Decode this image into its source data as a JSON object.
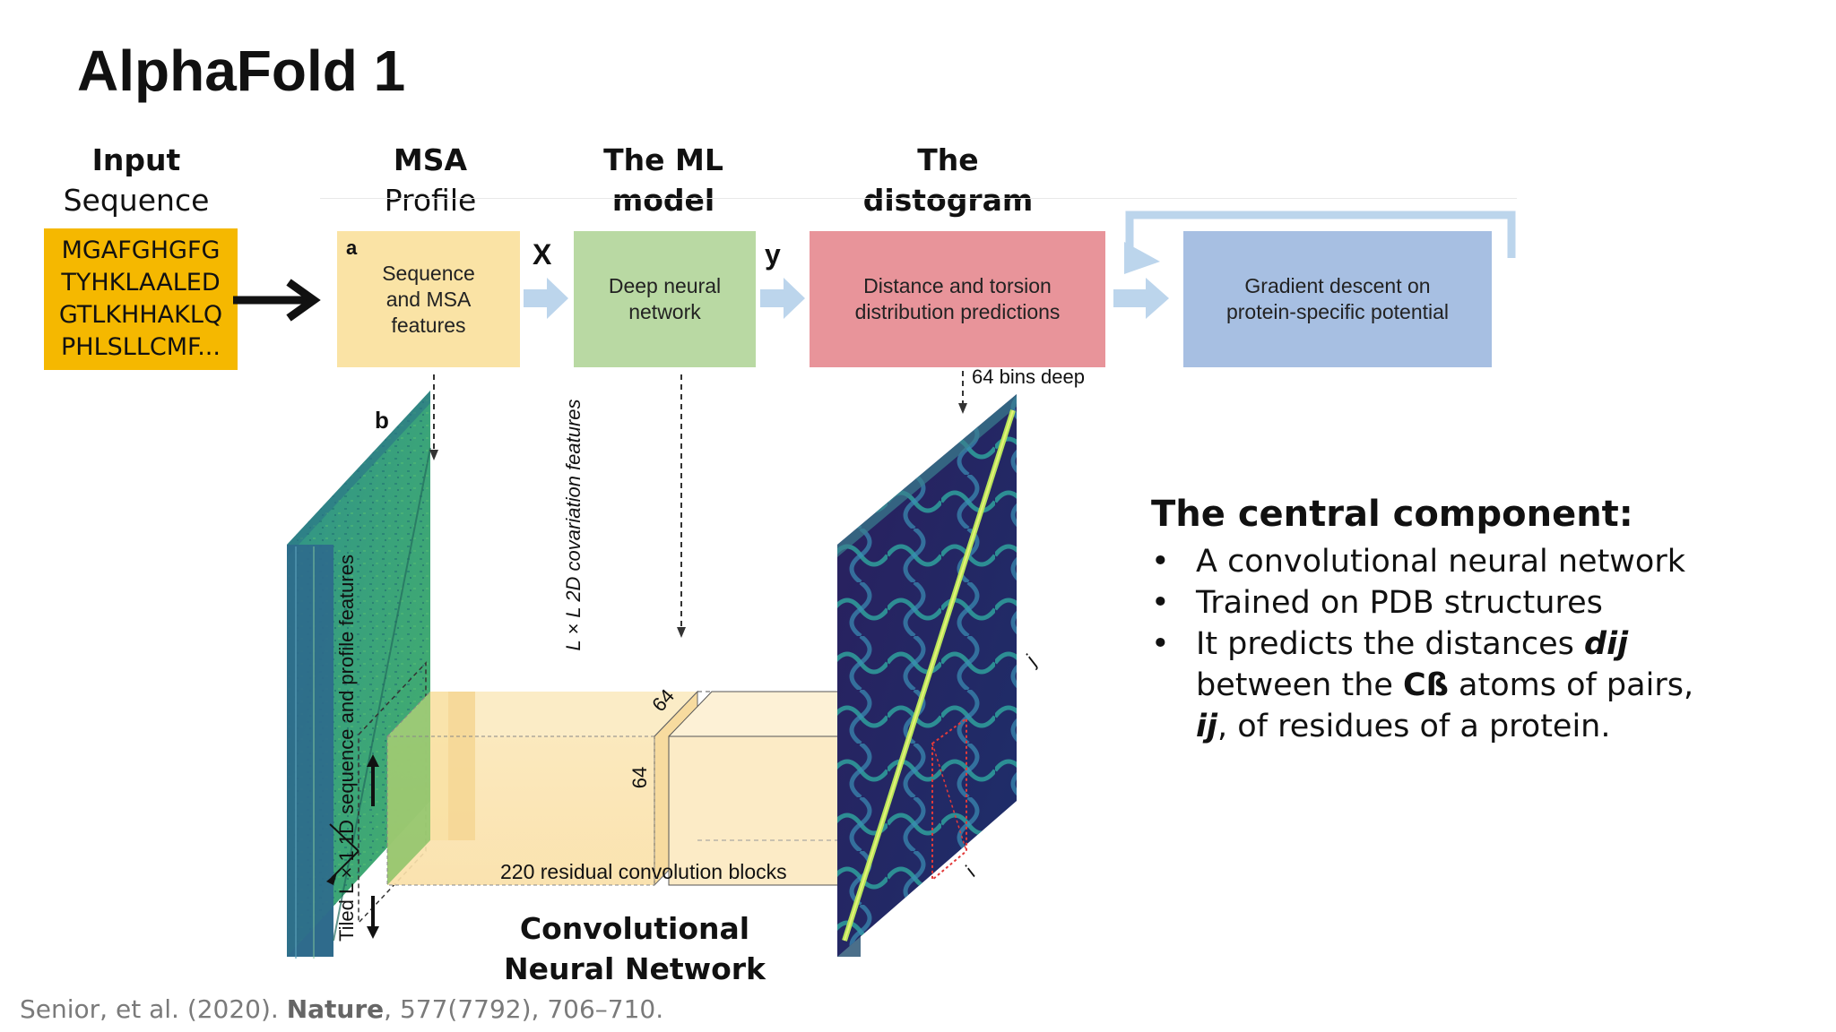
{
  "title": "AlphaFold 1",
  "headers": {
    "input": {
      "bold": "Input",
      "normal": "Sequence"
    },
    "msa": {
      "bold": "MSA",
      "normal": "Profile"
    },
    "ml": {
      "line1": "The ML",
      "line2": "model"
    },
    "disto": {
      "line1": "The",
      "line2": "distogram"
    }
  },
  "sequence": [
    "MGAFGHGFG",
    "TYHKLAALED",
    "GTLKHHAKLQ",
    "PHLSLLCMF..."
  ],
  "panel_a": {
    "label": "a",
    "stage1": "Sequence and MSA features",
    "stage2": "Deep neural network",
    "stage3": "Distance and torsion distribution predictions",
    "stage4": "Gradient descent on protein-specific potential",
    "x_label": "X",
    "y_label": "y"
  },
  "panel_b": {
    "label": "b",
    "bins_label": "64 bins deep",
    "covariation_label": "L × L 2D covariation features",
    "tiled_label": "Tiled L × 1 1D sequence and profile features",
    "dim1": "64",
    "dim2": "64",
    "blocks_label": "220 residual convolution blocks",
    "i_label": "i",
    "j_label": "j"
  },
  "cnn_label": {
    "line1": "Convolutional",
    "line2": "Neural Network"
  },
  "central": {
    "heading": "The central component:",
    "b1": "A convolutional neural network",
    "b2": "Trained on PDB structures",
    "b3_prefix": "It predicts the distances ",
    "b3_var": "dij",
    "b3_line2_prefix": "between the ",
    "b3_bold": "Cß",
    "b3_line2_suffix": " atoms of pairs,",
    "b3_line3_var": "ij",
    "b3_line3_suffix": ", of residues of a protein."
  },
  "citation": {
    "authors": "Senior, et al. (2020). ",
    "journal": "Nature",
    "rest": ", 577(7792), 706–710."
  },
  "colors": {
    "sequence_box": "#f5b800",
    "stage1": "#fae3a5",
    "stage2": "#b9d9a3",
    "stage3": "#e8949a",
    "stage4": "#a7bfe2",
    "arrow": "#bcd5ec"
  }
}
